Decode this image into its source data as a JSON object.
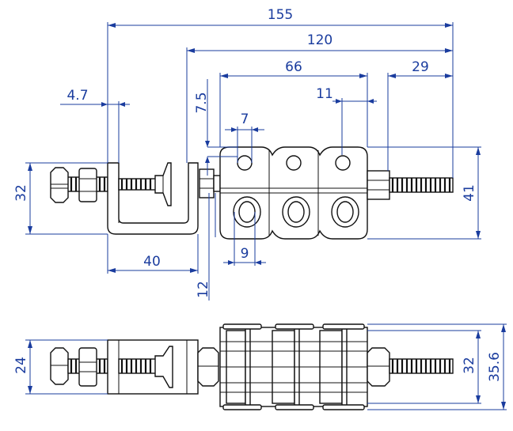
{
  "dimensions": {
    "overall_length": "155",
    "body_length": "120",
    "block_length": "66",
    "end_offset": "29",
    "small_bore_pitch": "11",
    "clamp_flange": "4.7",
    "top_offset": "7.5",
    "small_hole_diameter": "7",
    "large_hole_diameter": "9",
    "clamp_height": "32",
    "body_height": "41",
    "clamp_depth": "40",
    "jaw_gap": "12",
    "bottom_clamp_width": "24",
    "bottom_block_inner": "32",
    "bottom_block_outer": "35.6"
  },
  "colors": {
    "dimension": "#1a3c9e",
    "outline": "#111111"
  }
}
